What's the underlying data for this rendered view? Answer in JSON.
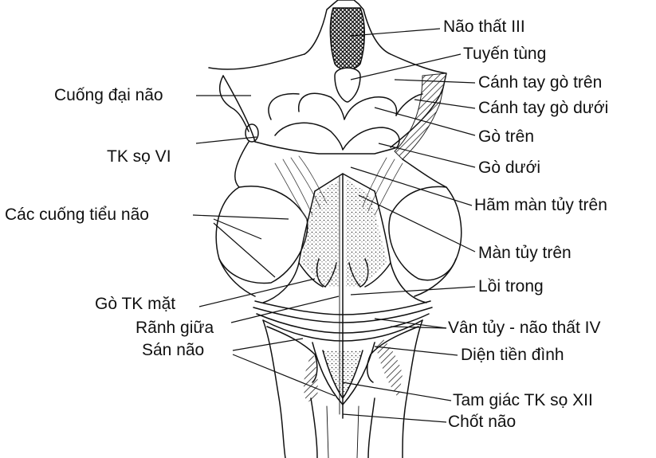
{
  "labels": {
    "right": {
      "third_ventricle": "Não thất III",
      "pineal_gland": "Tuyến tùng",
      "sup_colliculus_arm": "Cánh tay gò trên",
      "inf_colliculus_arm": "Cánh tay gò dưới",
      "sup_colliculus": "Gò trên",
      "inf_colliculus": "Gò dưới",
      "frenulum": "Hãm màn tủy trên",
      "sup_medullary_velum": "Màn tủy  trên",
      "medial_eminence": "Lồi trong",
      "striae": "Vân tủy - não thất IV",
      "vestibular_area": "Diện tiền đình",
      "hypoglossal_trigone": "Tam giác TK sọ XII",
      "obex": "Chốt não"
    },
    "left": {
      "cerebral_peduncle": "Cuống đại não",
      "abducens_nerve": "TK sọ VI",
      "cerebellar_peduncles": "Các cuống tiểu não",
      "facial_colliculus": "Gò TK mặt",
      "median_sulcus": "Rãnh giữa",
      "taenia": "Sán não"
    }
  },
  "colors": {
    "ink": "#111111",
    "background": "#ffffff",
    "shade": "#555555"
  }
}
